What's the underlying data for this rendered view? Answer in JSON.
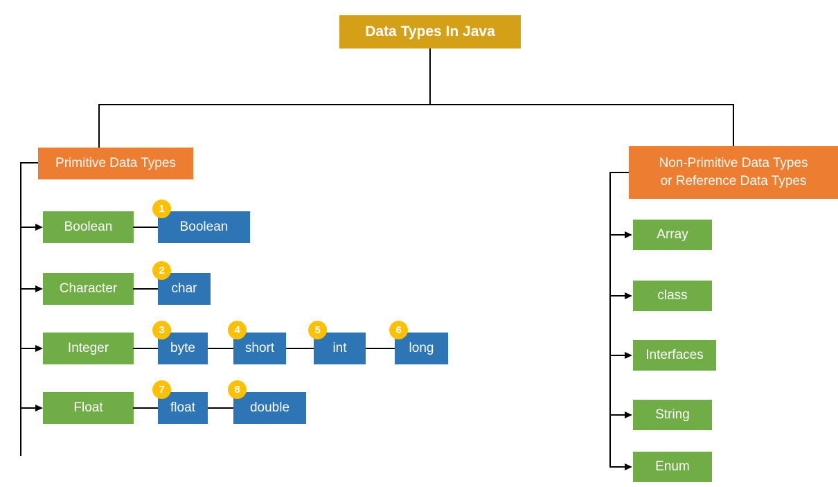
{
  "title": "Data Types In Java",
  "left": {
    "header": "Primitive Data Types",
    "rows": [
      {
        "category": "Boolean",
        "types": [
          {
            "num": "1",
            "label": "Boolean"
          }
        ]
      },
      {
        "category": "Character",
        "types": [
          {
            "num": "2",
            "label": "char"
          }
        ]
      },
      {
        "category": "Integer",
        "types": [
          {
            "num": "3",
            "label": "byte"
          },
          {
            "num": "4",
            "label": "short"
          },
          {
            "num": "5",
            "label": "int"
          },
          {
            "num": "6",
            "label": "long"
          }
        ]
      },
      {
        "category": "Float",
        "types": [
          {
            "num": "7",
            "label": "float"
          },
          {
            "num": "8",
            "label": "double"
          }
        ]
      }
    ]
  },
  "right": {
    "header_line1": "Non-Primitive Data Types",
    "header_line2": "or Reference Data Types",
    "items": [
      "Array",
      "class",
      "Interfaces",
      "String",
      "Enum"
    ]
  },
  "colors": {
    "gold": "#D4A017",
    "orange": "#ED7D31",
    "green": "#70AD47",
    "blue": "#2E75B6",
    "badge_yellow": "#FFC000",
    "line_black": "#000000"
  }
}
